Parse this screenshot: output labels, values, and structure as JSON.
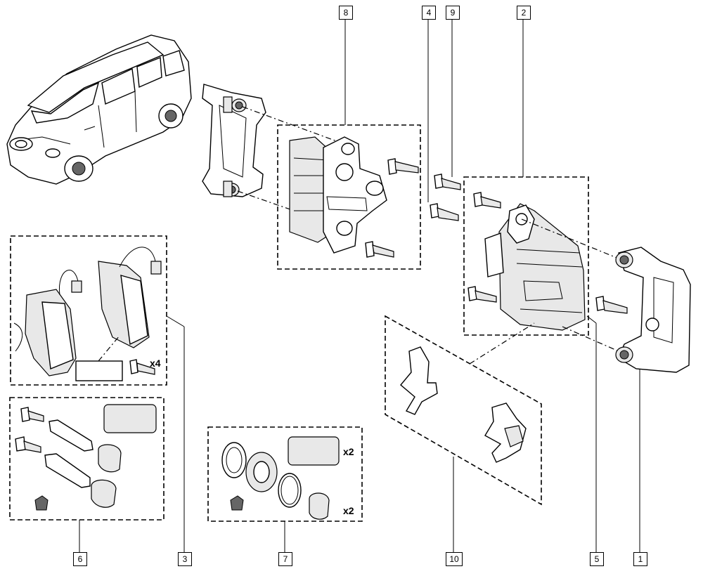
{
  "callouts": {
    "c1": "1",
    "c2": "2",
    "c3": "3",
    "c4": "4",
    "c5": "5",
    "c6": "6",
    "c7": "7",
    "c8": "8",
    "c9": "9",
    "c10": "10"
  },
  "quantities": {
    "pads_screws": "x4",
    "kit7_grease": "x2",
    "kit7_boot": "x2"
  }
}
